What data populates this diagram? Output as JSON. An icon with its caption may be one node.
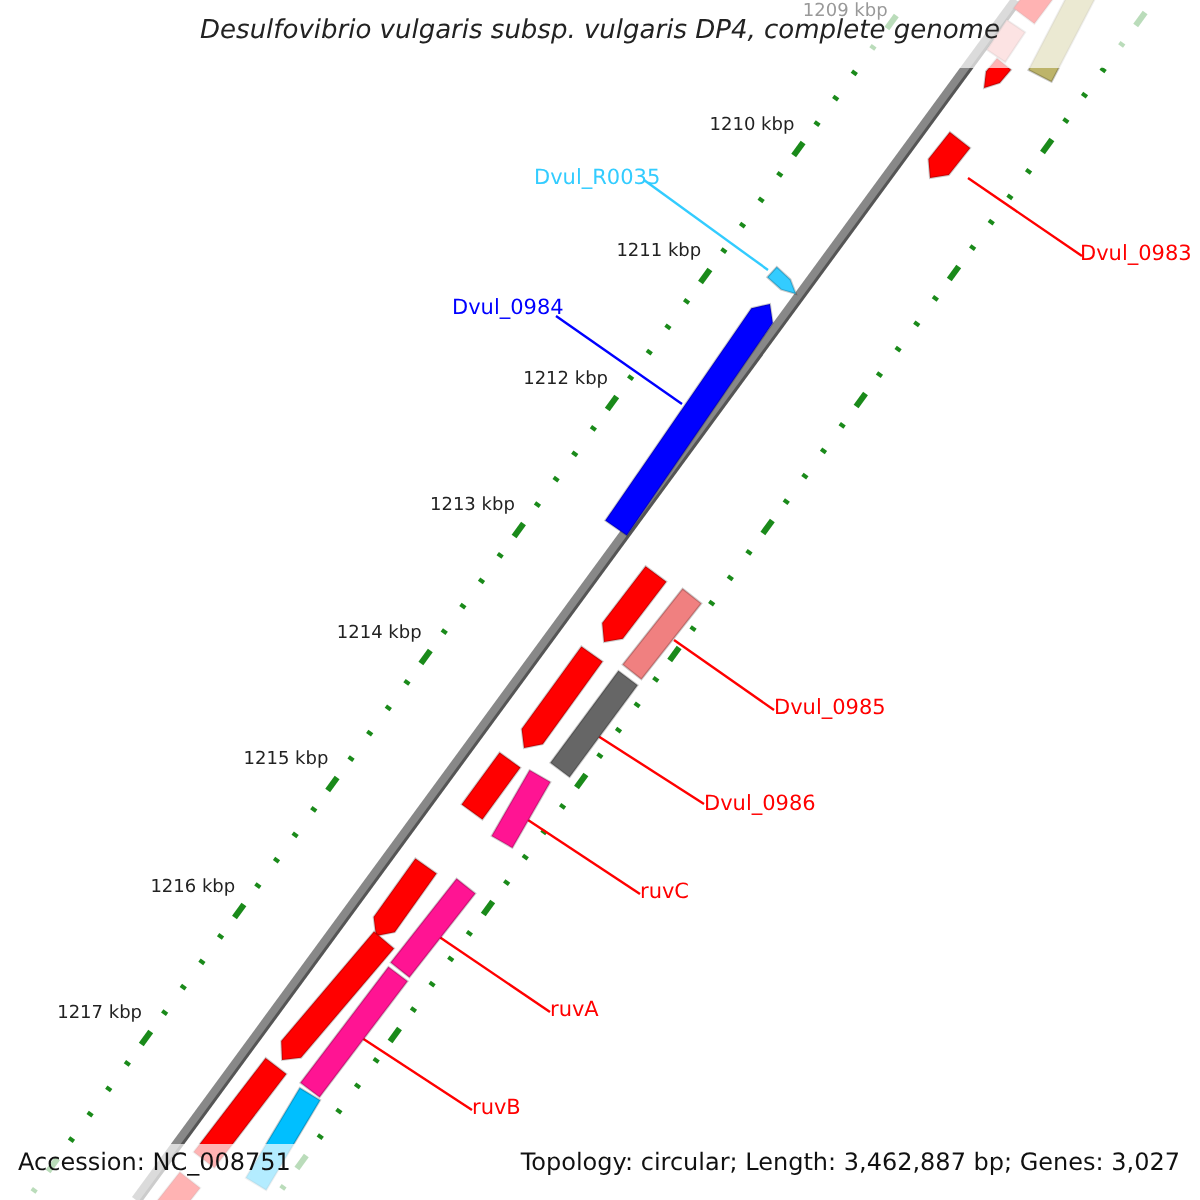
{
  "diagram": {
    "title": "Desulfovibrio vulgaris subsp. vulgaris DP4, complete genome",
    "nodes": [
      {
        "text": [
          "Dvul_R0035"
        ]
      },
      {
        "text": [],
        "shape": "arrow"
      },
      {
        "text": [
          "Dvul_0983"
        ]
      },
      {
        "text": [],
        "shape": "arrow"
      },
      {
        "text": [
          "Dvul_0984"
        ]
      },
      {
        "text": [],
        "shape": "arrow"
      },
      {
        "text": [
          "Dvul_0985"
        ]
      },
      {
        "text": [],
        "shape": "bar"
      },
      {
        "text": [
          "Dvul_0986"
        ]
      },
      {
        "text": [],
        "shape": "bar"
      },
      {
        "text": [
          "ruvC"
        ]
      },
      {
        "text": [],
        "shape": "bar"
      },
      {
        "text": [
          "ruvA"
        ]
      },
      {
        "text": [],
        "shape": "bar"
      },
      {
        "text": [
          "ruvB"
        ]
      },
      {
        "text": [],
        "shape": "bar"
      },
      {
        "text": [],
        "shape": "bar"
      },
      {
        "text": [],
        "shape": "bar"
      },
      {
        "text": [],
        "shape": "bar"
      },
      {
        "text": [],
        "shape": "arrow"
      },
      {
        "text": [],
        "shape": "arrow"
      },
      {
        "text": [],
        "shape": "arrow"
      },
      {
        "text": [],
        "shape": "bar"
      },
      {
        "text": [],
        "shape": "arrow"
      },
      {
        "text": [],
        "shape": "arrow"
      },
      {
        "text": [],
        "shape": "bar"
      },
      {
        "text": [],
        "shape": "bar"
      },
      {
        "text": [],
        "shape": "bar"
      }
    ],
    "edges": [
      {
        "from": 0,
        "to": 1,
        "arrow": "none",
        "color": "#33ccff"
      },
      {
        "from": 2,
        "to": 3,
        "arrow": "none"
      },
      {
        "from": 4,
        "to": 5,
        "arrow": "none",
        "color": "#0000ff"
      },
      {
        "from": 6,
        "to": 7,
        "arrow": "none"
      },
      {
        "from": 8,
        "to": 9,
        "arrow": "none"
      },
      {
        "from": 10,
        "to": 11,
        "arrow": "none"
      },
      {
        "from": 12,
        "to": 13,
        "arrow": "none"
      },
      {
        "from": 14,
        "to": 15,
        "arrow": "none"
      }
    ],
    "labels": [
      "1209 kbp",
      "1210 kbp",
      "1211 kbp",
      "1212 kbp",
      "1213 kbp",
      "1214 kbp",
      "1215 kbp",
      "1216 kbp",
      "1217 kbp",
      "Accession: NC_008751",
      "Topology: circular; Length: 3,462,887 bp; Genes: 3,027"
    ]
  }
}
